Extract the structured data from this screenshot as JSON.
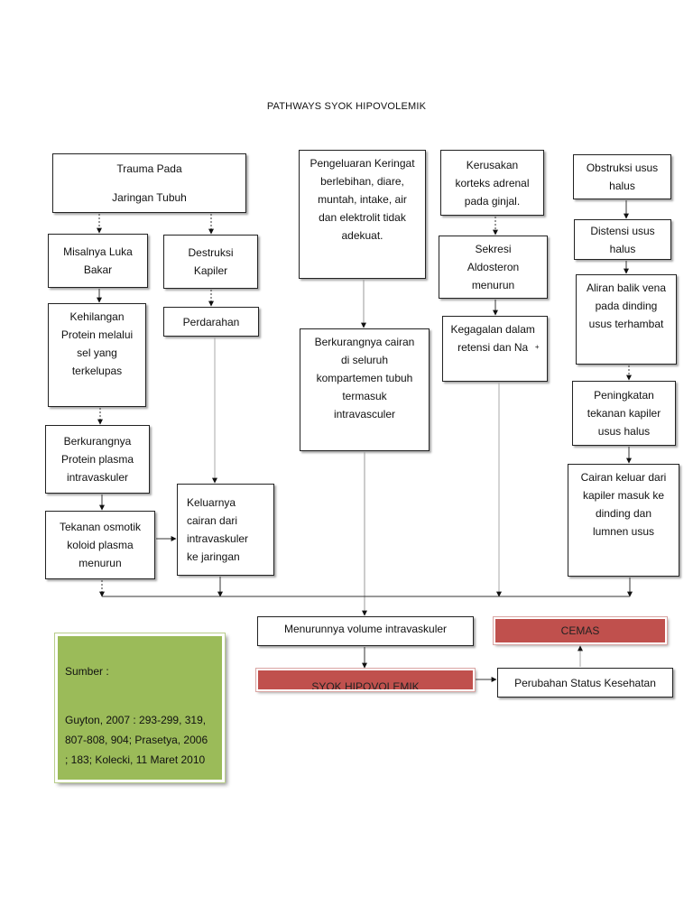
{
  "title": "PATHWAYS SYOK HIPOVOLEMIK",
  "nodes": {
    "trauma": "Trauma Pada\n\nJaringan Tubuh",
    "luka_bakar": "Misalnya Luka\nBakar",
    "destruksi": "Destruksi\nKapiler",
    "kehilangan_protein": "Kehilangan\nProtein melalui\nsel yang\nterkelupas",
    "perdarahan": "Perdarahan",
    "berkurang_protein": "Berkurangnya\nProtein plasma\nintravaskuler",
    "tekanan_osmotik": "Tekanan osmotik\nkoloid plasma\nmenurun",
    "keluarnya_cairan": "Keluarnya\ncairan dari\nintravaskuler\nke jaringan",
    "pengeluaran_keringat": "Pengeluaran Keringat\nberlebihan, diare,\nmuntah, intake, air\ndan elektrolit tidak\nadekuat.",
    "berkurang_cairan": "Berkurangnya cairan\ndi seluruh\nkompartemen tubuh\ntermasuk\nintravasculer",
    "kerusakan_korteks": "Kerusakan\nkorteks adrenal\npada ginjal.",
    "sekresi_aldosteron": "Sekresi\nAldosteron\nmenurun",
    "kegagalan_retensi": "Kegagalan dalam\nretensi dan Na",
    "kegagalan_sup": "+",
    "obstruksi": "Obstruksi usus\nhalus",
    "distensi": "Distensi usus\nhalus",
    "aliran_balik": "Aliran balik vena\npada dinding\nusus terhambat",
    "peningkatan_tekanan": "Peningkatan\ntekanan kapiler\nusus halus",
    "cairan_keluar": "Cairan keluar dari\nkapiler masuk ke\ndinding dan\nlumnen usus",
    "menurunnya_volume": "Menurunnya volume intravaskuler",
    "syok": "SYOK HIPOVOLEMIK",
    "perubahan_status": "Perubahan Status  Kesehatan",
    "cemas": "CEMAS"
  },
  "source": {
    "label": "Sumber :",
    "text": "Guyton, 2007 : 293-299, 319,\n807-808, 904; Prasetya, 2006\n; 183; Kolecki, 11 Maret 2010"
  },
  "colors": {
    "red_bar": "#c0504d",
    "green_box": "#9bbb59"
  }
}
